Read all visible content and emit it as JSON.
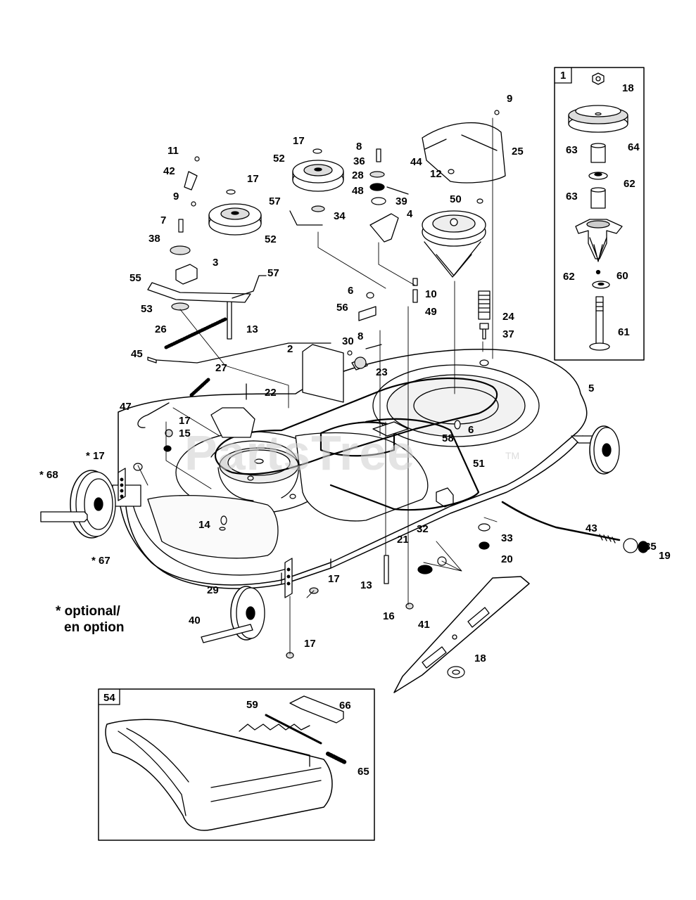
{
  "watermark": "PartsTree",
  "watermark_tm": "TM",
  "note": {
    "line1": "* optional/",
    "line2": "en option"
  },
  "inset_spindle": {
    "label": "1"
  },
  "inset_discharge": {
    "label": "54"
  },
  "callouts": {
    "c1": "1",
    "c2": "2",
    "c3": "3",
    "c4": "4",
    "c5": "5",
    "c6a": "6",
    "c6b": "6",
    "c7": "7",
    "c8a": "8",
    "c8b": "8",
    "c9a": "9",
    "c9b": "9",
    "c10": "10",
    "c11": "11",
    "c12": "12",
    "c13a": "13",
    "c13b": "13",
    "c14": "14",
    "c15": "15",
    "c16": "16",
    "c17a": "17",
    "c17b": "17",
    "c17c": "17",
    "c17d": "* 17",
    "c17e": "17",
    "c17f": "17",
    "c18a": "18",
    "c18b": "18",
    "c19": "19",
    "c20": "20",
    "c21": "21",
    "c22": "22",
    "c23": "23",
    "c24": "24",
    "c25": "25",
    "c26": "26",
    "c27": "27",
    "c28": "28",
    "c29": "29",
    "c30": "30",
    "c32": "32",
    "c33": "33",
    "c34": "34",
    "c35": "35",
    "c36": "36",
    "c37": "37",
    "c38": "38",
    "c39": "39",
    "c40": "40",
    "c41": "41",
    "c42": "42",
    "c43": "43",
    "c44": "44",
    "c45": "45",
    "c47": "47",
    "c48": "48",
    "c49": "49",
    "c50": "50",
    "c51": "51",
    "c52a": "52",
    "c52b": "52",
    "c53": "53",
    "c55": "55",
    "c56": "56",
    "c57a": "57",
    "c57b": "57",
    "c58": "58",
    "c59": "59",
    "c60": "60",
    "c61": "61",
    "c62a": "62",
    "c62b": "62",
    "c63a": "63",
    "c63b": "63",
    "c64": "64",
    "c65": "65",
    "c66": "66",
    "c67": "* 67",
    "c68": "* 68"
  }
}
